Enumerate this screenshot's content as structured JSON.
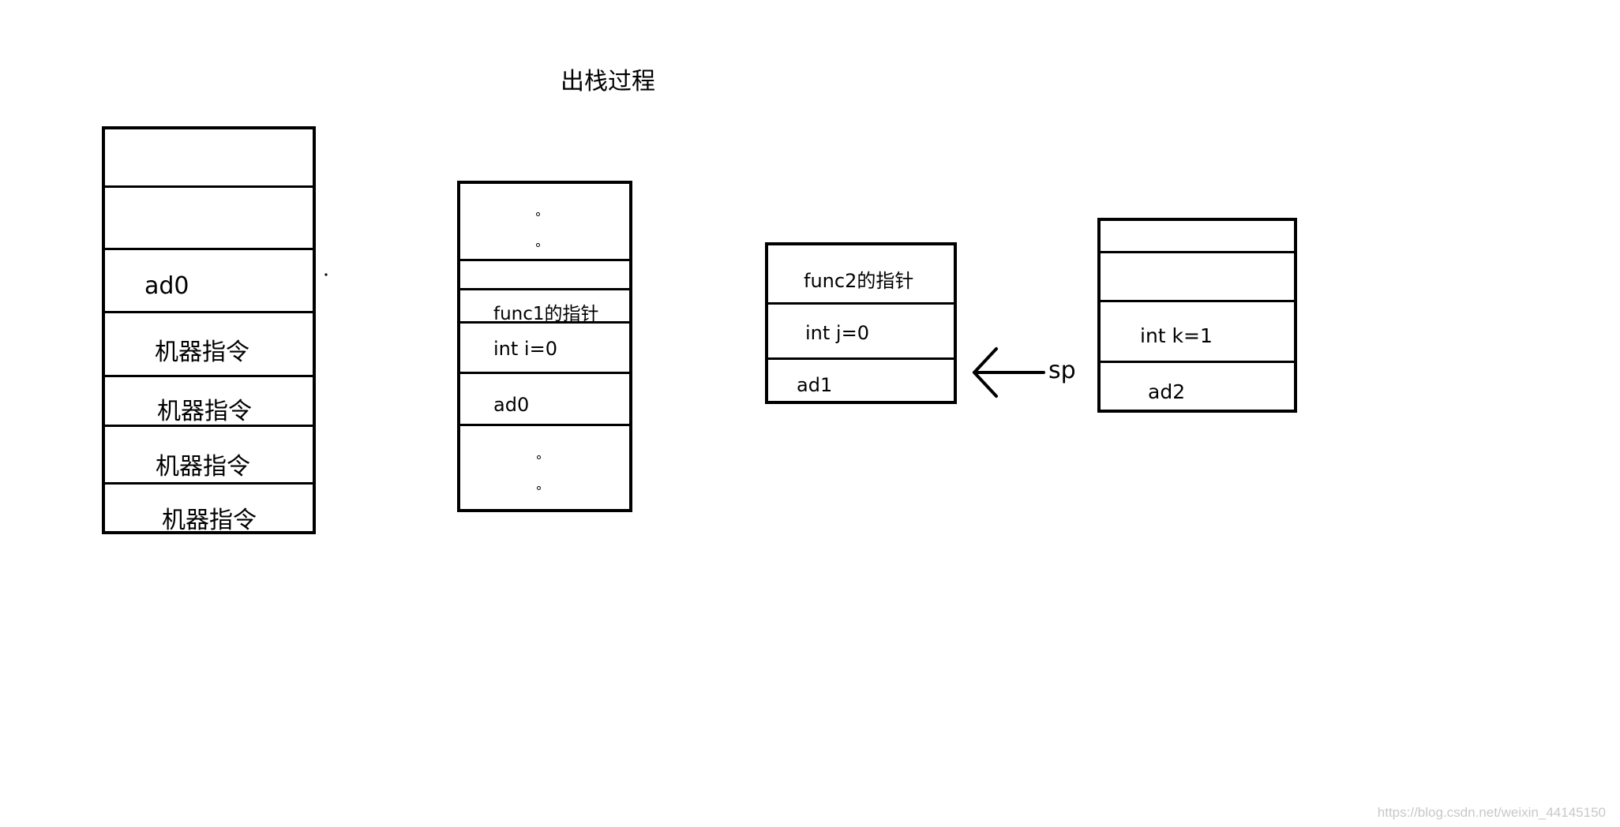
{
  "title": "出栈过程",
  "stack_main": {
    "cells": [
      "",
      "",
      "ad0",
      "机器指令",
      "机器指令",
      "机器指令",
      "机器指令"
    ]
  },
  "stack_func1": {
    "cells": [
      "",
      "",
      "func1的指针",
      "int i=0",
      "ad0",
      ""
    ]
  },
  "stack_func2": {
    "cells": [
      "func2的指针",
      "int j=0",
      "ad1"
    ]
  },
  "stack_right": {
    "cells": [
      "",
      "",
      "int k=1",
      "ad2"
    ]
  },
  "pointer": {
    "label": "sp"
  },
  "watermark": "https://blog.csdn.net/weixin_44145150"
}
